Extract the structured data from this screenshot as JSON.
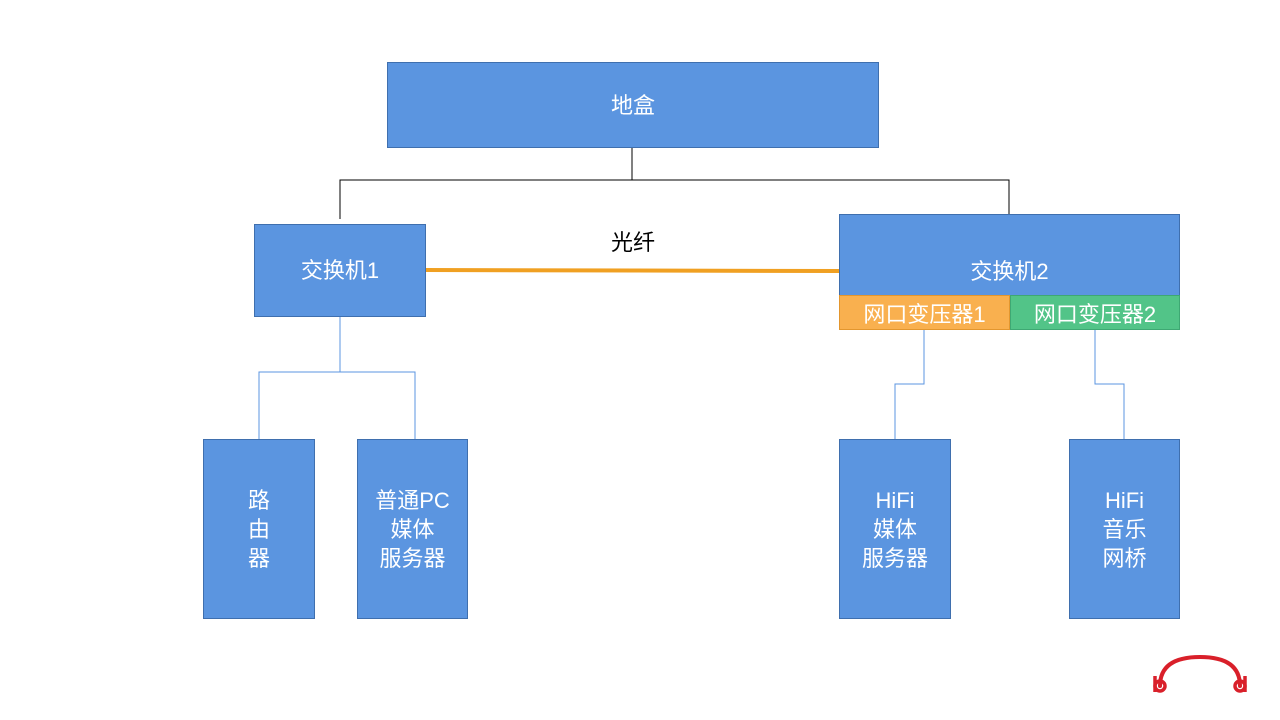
{
  "nodes": {
    "root": "地盒",
    "switch1": "交换机1",
    "switch2": "交换机2",
    "port1": "网口变压器1",
    "port2": "网口变压器2",
    "router": [
      "路",
      "由",
      "器"
    ],
    "pc_server": [
      "普通PC",
      "媒体",
      "服务器"
    ],
    "hifi_server": [
      "HiFi",
      "媒体",
      "服务器"
    ],
    "hifi_bridge": [
      "HiFi",
      "音乐",
      "网桥"
    ]
  },
  "link_label": "光纤",
  "colors": {
    "box_fill": "#5b95e0",
    "box_border": "#3f6fae",
    "fiber": "#f0a022",
    "port1_fill": "#f9b04f",
    "port2_fill": "#52c488",
    "logo": "#d9202a"
  },
  "logo_icon": "headphones-logo"
}
